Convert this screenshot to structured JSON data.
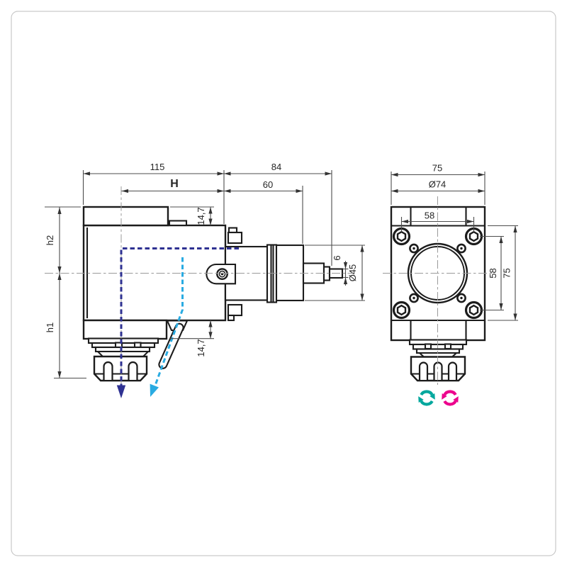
{
  "drawing": {
    "kind": "technical-drawing",
    "subject": "angular tool holder with ER collet, two orthographic views"
  },
  "colors": {
    "outline": "#1c1c1c",
    "dimension": "#4d4d4d",
    "centerline": "#9a9a9a",
    "axis_primary": "#2e3192",
    "axis_secondary": "#29abe2",
    "rotation_ccw": "#00a79d",
    "rotation_cw": "#ec008c"
  },
  "left_view": {
    "dims": {
      "width_top": "115",
      "shank_length": "84",
      "gauge": "H",
      "nose_length": "60",
      "plate_top": "14,7",
      "plate_bottom": "14,7",
      "upper_height": "h2",
      "lower_height": "h1",
      "tip_diameter": "6",
      "nose_diameter": "Ø45"
    }
  },
  "right_view": {
    "dims": {
      "body_width": "75",
      "bolt_circle": "Ø74",
      "bolt_spacing_h": "58",
      "bolt_spacing_v": "58",
      "body_height": "75"
    }
  },
  "symbols": {
    "rotation_left": "counterclockwise",
    "rotation_right": "clockwise"
  }
}
